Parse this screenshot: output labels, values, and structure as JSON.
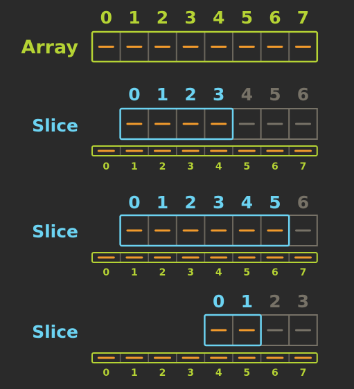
{
  "colors": {
    "background": "#2a2a2a",
    "array_green": "#b5d334",
    "slice_blue": "#6cd3f2",
    "dash_orange": "#f19a2c",
    "gray": "#777267",
    "cell_border": "#6b665c"
  },
  "array": {
    "label": "Array",
    "indices": [
      "0",
      "1",
      "2",
      "3",
      "4",
      "5",
      "6",
      "7"
    ]
  },
  "slices": [
    {
      "label": "Slice",
      "offset": 1,
      "length": 4,
      "capacity": 7,
      "indices": [
        "0",
        "1",
        "2",
        "3",
        "4",
        "5",
        "6"
      ],
      "backing_indices": [
        "0",
        "1",
        "2",
        "3",
        "4",
        "5",
        "6",
        "7"
      ]
    },
    {
      "label": "Slice",
      "offset": 1,
      "length": 6,
      "capacity": 7,
      "indices": [
        "0",
        "1",
        "2",
        "3",
        "4",
        "5",
        "6"
      ],
      "backing_indices": [
        "0",
        "1",
        "2",
        "3",
        "4",
        "5",
        "6",
        "7"
      ]
    },
    {
      "label": "Slice",
      "offset": 4,
      "length": 2,
      "capacity": 4,
      "indices": [
        "0",
        "1",
        "2",
        "3"
      ],
      "backing_indices": [
        "0",
        "1",
        "2",
        "3",
        "4",
        "5",
        "6",
        "7"
      ]
    }
  ]
}
